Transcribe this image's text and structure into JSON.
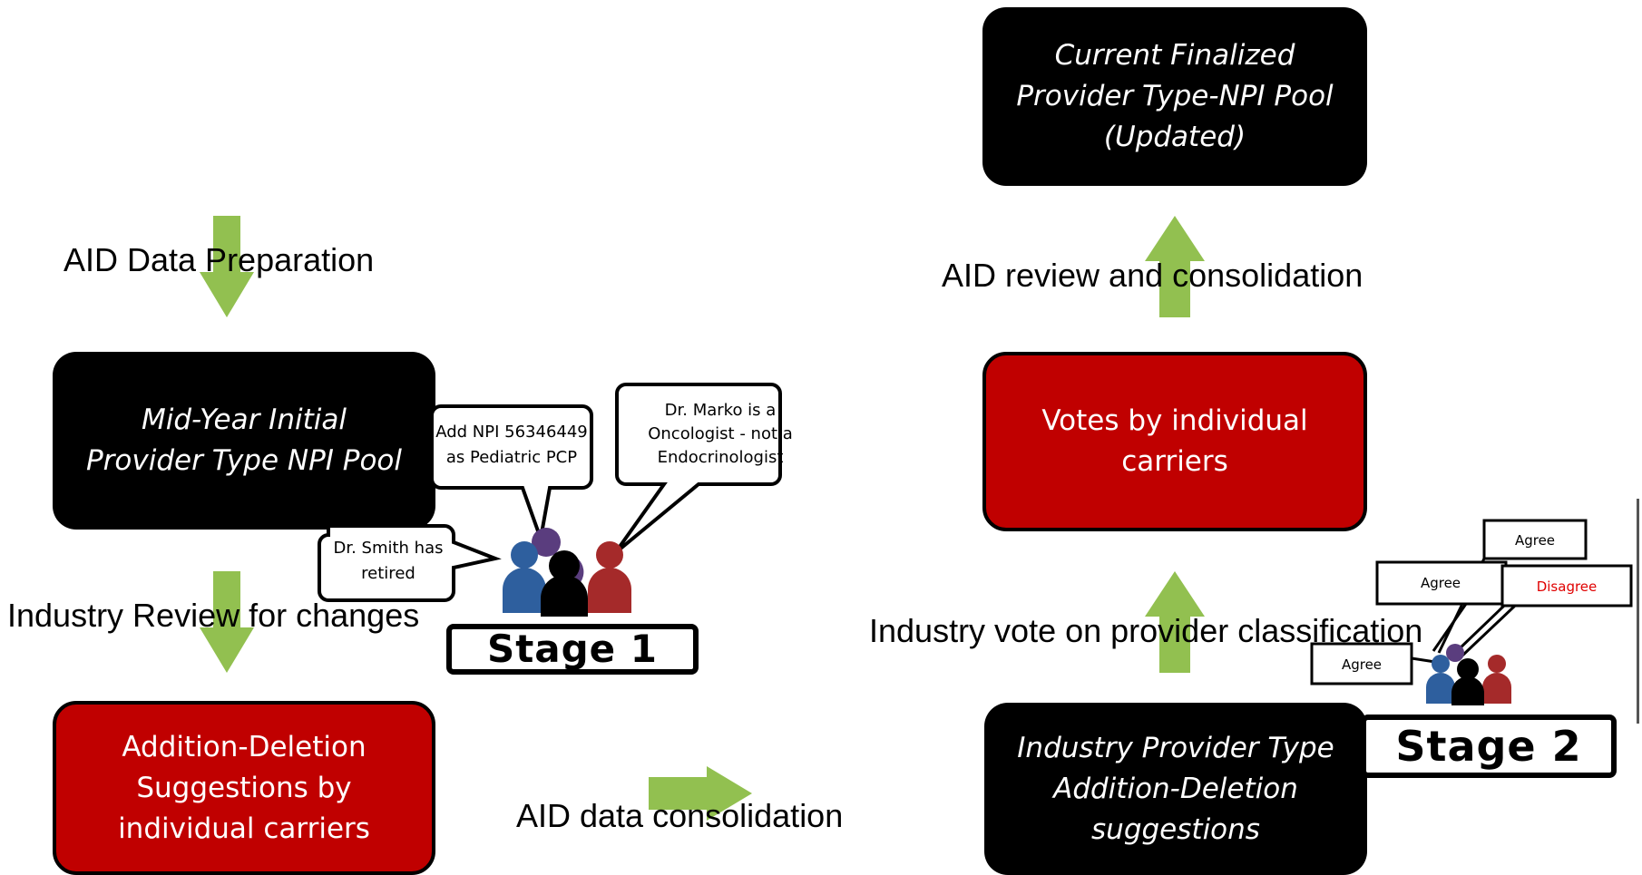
{
  "boxes": {
    "mid_year_pool": "Mid-Year Initial\nProvider Type NPI Pool",
    "addition_deletion": "Addition-Deletion\nSuggestions by\nindividual carriers",
    "industry_suggestions": "Industry Provider Type\nAddition-Deletion\nsuggestions",
    "votes": "Votes by individual\ncarriers",
    "finalized_pool": "Current Finalized\nProvider Type-NPI Pool\n(Updated)"
  },
  "arrow_labels": {
    "data_preparation": "AID Data Preparation",
    "industry_review": "Industry Review for changes",
    "data_consolidation": "AID data consolidation",
    "industry_vote": "Industry vote on provider classification",
    "review_consolidation": "AID review and consolidation"
  },
  "stage1": {
    "label": "Stage 1",
    "bubbles": {
      "add_npi": [
        "Add NPI 56346449",
        "as Pediatric PCP"
      ],
      "marko": [
        "Dr. Marko is a",
        "Oncologist - not a",
        "Endocrinologist"
      ],
      "smith": [
        "Dr. Smith has",
        "retired"
      ]
    }
  },
  "stage2": {
    "label": "Stage 2",
    "bubbles": {
      "top": "Agree",
      "mid": "Agree",
      "disagree": "Disagree",
      "left": "Agree"
    }
  },
  "colors": {
    "arrow_green": "#92c050",
    "box_red": "#c00000",
    "box_black": "#000000",
    "person_blue": "#2e5f9e",
    "person_purple": "#5a3d7e",
    "person_red": "#a52a2a",
    "disagree_red": "#e00000"
  }
}
